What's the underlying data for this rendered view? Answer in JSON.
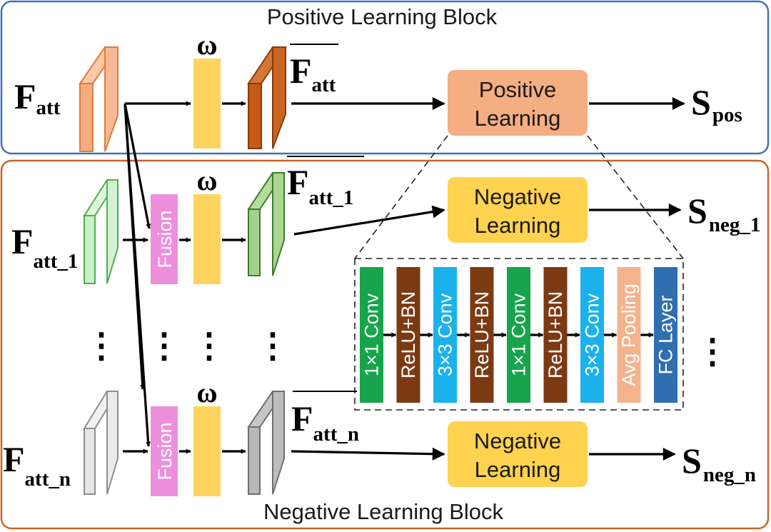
{
  "blocks": {
    "positive_title": "Positive Learning Block",
    "negative_title": "Negative Learning Block"
  },
  "features": {
    "main": "F",
    "sub_att": "att",
    "sub_att_1": "att_1",
    "sub_att_n": "att_n"
  },
  "weight_symbol": "ω",
  "fusion_label": "Fusion",
  "boxes": {
    "positive": [
      "Positive",
      "Learning"
    ],
    "negative": [
      "Negative",
      "Learning"
    ]
  },
  "outputs": {
    "main": "S",
    "pos": "pos",
    "neg_1": "neg_1",
    "neg_n": "neg_n"
  },
  "ellipsis": "⋮",
  "layers": [
    {
      "label": "1×1 Conv",
      "color": "#17a44b"
    },
    {
      "label": "ReLU+BN",
      "color": "#7c3a12"
    },
    {
      "label": "3×3 Conv",
      "color": "#1bb2ec"
    },
    {
      "label": "ReLU+BN",
      "color": "#7c3a12"
    },
    {
      "label": "1×1 Conv",
      "color": "#17a44b"
    },
    {
      "label": "ReLU+BN",
      "color": "#7c3a12"
    },
    {
      "label": "3×3 Conv",
      "color": "#1bb2ec"
    },
    {
      "label": "Avg Pooling",
      "color": "#f4b38d"
    },
    {
      "label": "FC Layer",
      "color": "#2f6fb0"
    }
  ],
  "colors": {
    "positive_border": "#3f74b8",
    "negative_border": "#c9642a",
    "weight_bar": "#ffd45e",
    "learning_pos": "#f5ad82",
    "learning_neg": "#ffd24f",
    "fusion": "#ee8fdc",
    "feat_orange": "#f4ad7e",
    "feat_dark_orange": "#c75a12",
    "feat_green_light": "#c9f0c9",
    "feat_green_dark": "#a3d18a",
    "feat_gray_light": "#e6e6e6",
    "feat_gray_dark": "#b7b7b7"
  }
}
